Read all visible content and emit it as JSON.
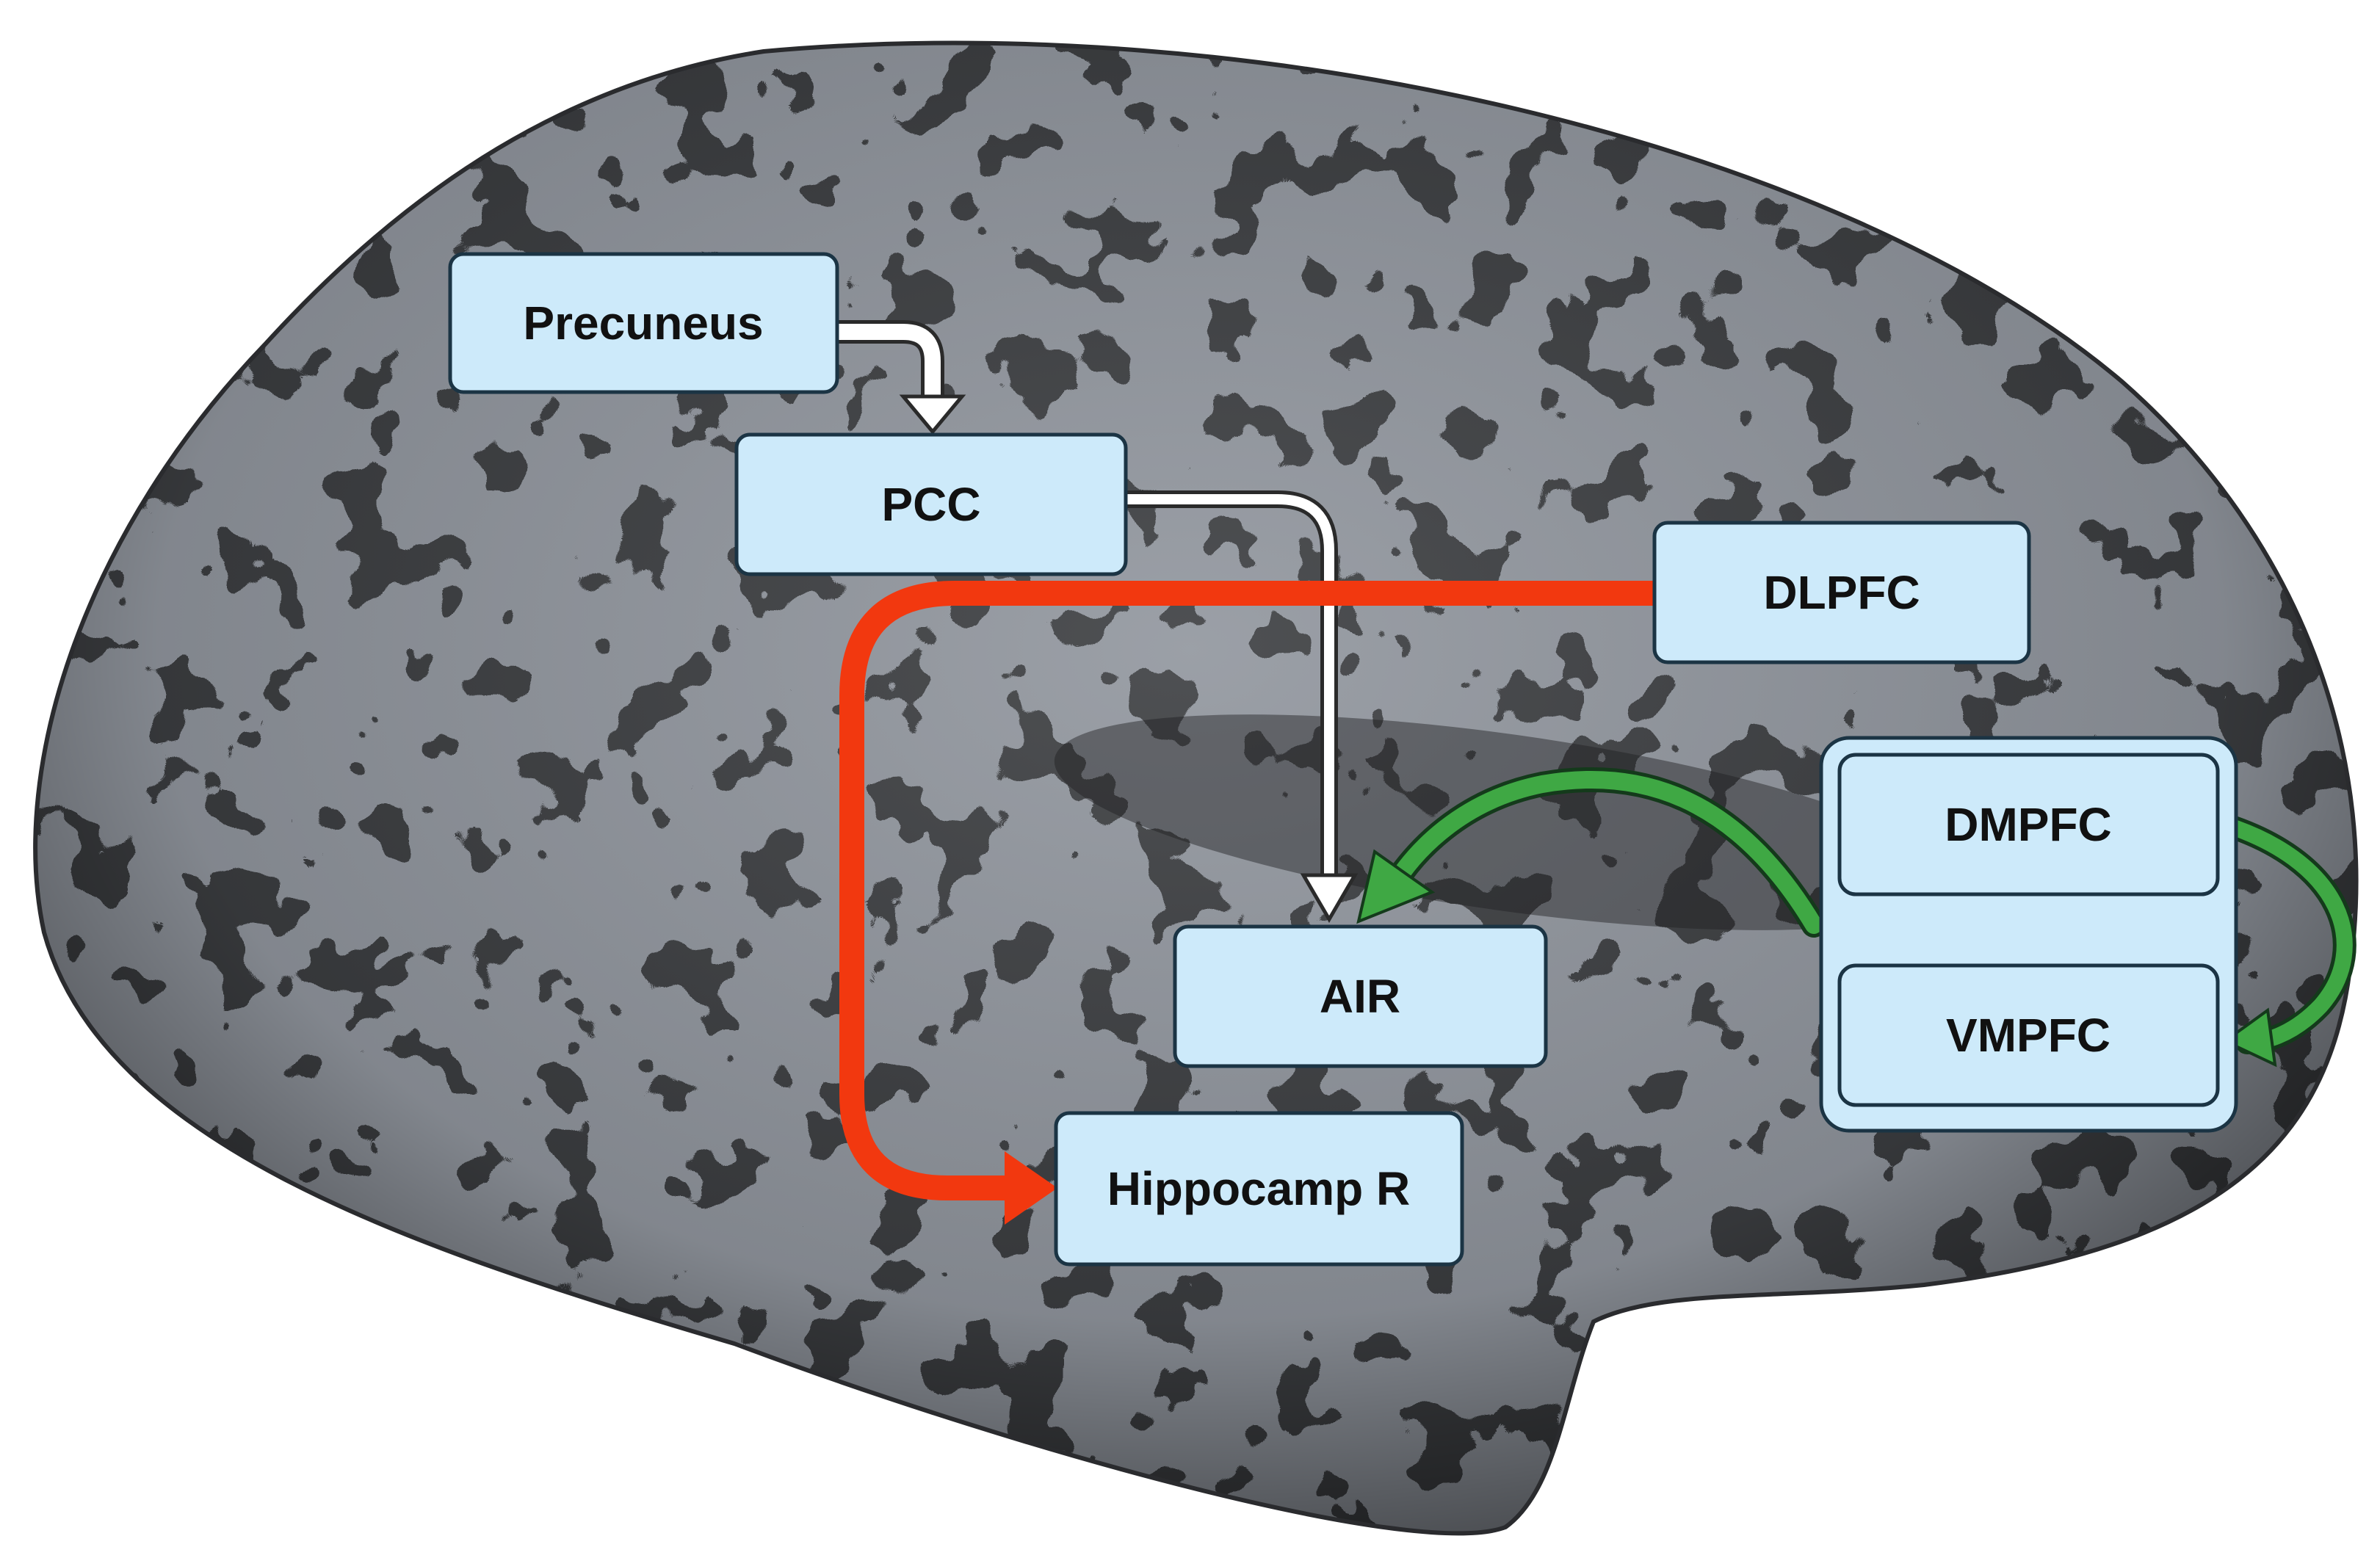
{
  "nodes": {
    "precuneus": "Precuneus",
    "pcc": "PCC",
    "dlpfc": "DLPFC",
    "air": "AIR",
    "hippocamp": "Hippocamp R",
    "dmpfc": "DMPFC",
    "vmpfc": "VMPFC"
  },
  "colors": {
    "box_fill": "#cdeafa",
    "box_stroke": "#1b3444",
    "arrow_white": "#ffffff",
    "arrow_red": "#f2380f",
    "arrow_green": "#3fa844",
    "brain_light": "#8f949c",
    "brain_dark": "#3a3c41"
  },
  "edges": [
    {
      "from": "Precuneus",
      "to": "PCC",
      "color": "white"
    },
    {
      "from": "PCC",
      "to": "AIR",
      "color": "white"
    },
    {
      "from": "DLPFC",
      "to": "Hippocamp R",
      "color": "red"
    },
    {
      "from": "DMPFC",
      "to": "AIR",
      "color": "green"
    },
    {
      "from": "DMPFC",
      "to": "VMPFC",
      "color": "green"
    }
  ]
}
